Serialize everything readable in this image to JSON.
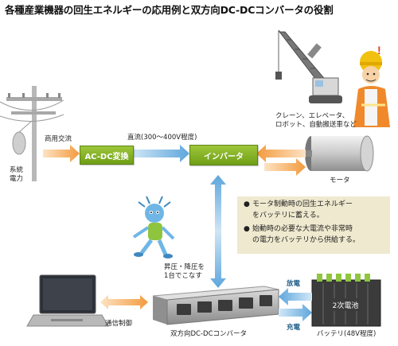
{
  "title": "各種産業機器の回生エネルギーの応用例と双方向DC-DCコンバータの役割",
  "labels": {
    "grid": [
      "系統",
      "電力"
    ],
    "commercial_ac": "商用交流",
    "dc_bus": "直流(300～400V程度)",
    "crane": [
      "クレーン、エレベータ、",
      "ロボット、自動搬送車など"
    ],
    "motor": "モータ",
    "boost_buck": [
      "昇圧・降圧を",
      "1台でこなす"
    ],
    "comm_control": "通信制御",
    "converter": "双方向DC-DCコンバータ",
    "battery": "バッテリ(48V程度)",
    "discharge": "放電",
    "charge": "充電"
  },
  "blocks": {
    "acdc": "AC-DC変換",
    "inverter": "インバータ",
    "battery_cells": "2次電池"
  },
  "notes": [
    {
      "bullet": "●",
      "lines": [
        "モータ制動時の回生エネルギー",
        "をバッテリに蓄える。"
      ]
    },
    {
      "bullet": "●",
      "lines": [
        "始動時の必要な大電流や非常時",
        "の電力をバッテリから供給する。"
      ]
    }
  ],
  "colors": {
    "block_green": "#8bb829",
    "arrow_orange": "#f5a14a",
    "arrow_blue": "#7ab6e2",
    "note_bg": "#efe9cf",
    "caption_blue": "#225f8a"
  }
}
